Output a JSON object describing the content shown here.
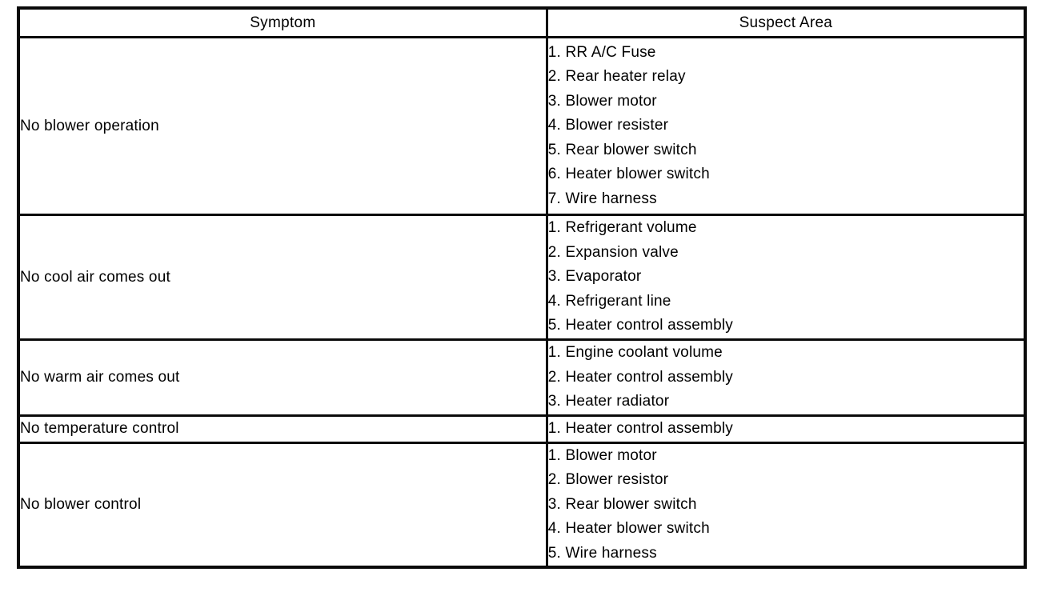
{
  "table": {
    "headers": {
      "symptom": "Symptom",
      "suspect_area": "Suspect Area"
    },
    "rows": [
      {
        "symptom": "No blower operation",
        "suspects": [
          "1. RR A/C Fuse",
          "2. Rear heater relay",
          "3. Blower motor",
          "4. Blower resister",
          "5. Rear blower switch",
          "6. Heater blower switch",
          "7. Wire harness"
        ]
      },
      {
        "symptom": "No cool air comes out",
        "suspects": [
          "1. Refrigerant volume",
          "2. Expansion valve",
          "3. Evaporator",
          "4. Refrigerant line",
          "5. Heater control assembly"
        ]
      },
      {
        "symptom": "No warm air comes out",
        "suspects": [
          "1. Engine coolant volume",
          "2. Heater control assembly",
          "3. Heater radiator"
        ]
      },
      {
        "symptom": "No temperature control",
        "suspects": [
          "1. Heater control assembly"
        ]
      },
      {
        "symptom": "No blower control",
        "suspects": [
          "1. Blower motor",
          "2. Blower resistor",
          "3. Rear blower switch",
          "4. Heater blower switch",
          "5. Wire harness"
        ]
      }
    ],
    "text_color": "#000000",
    "line_color": "#0a0a0a",
    "background_color": "#ffffff"
  }
}
